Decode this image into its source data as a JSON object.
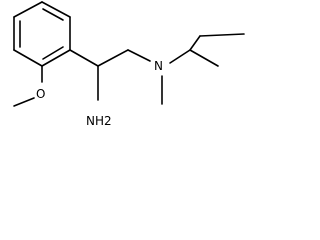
{
  "molecule": {
    "atoms": {
      "N": "N",
      "NH2": "NH2",
      "O": "O"
    }
  }
}
